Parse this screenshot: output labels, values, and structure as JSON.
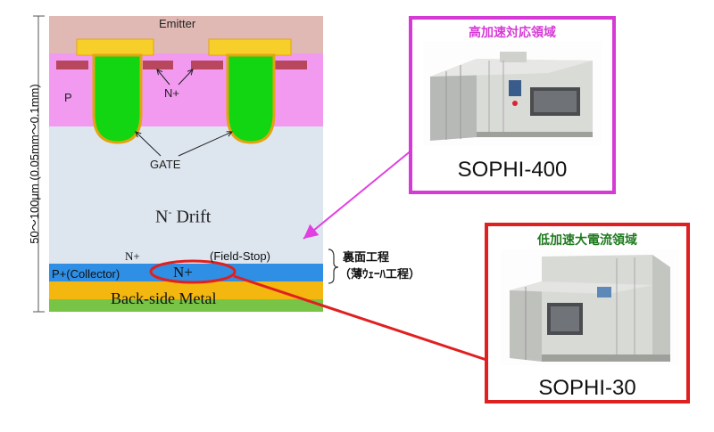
{
  "layers": {
    "emitter": "Emitter",
    "p": "P",
    "n_plus_top": "N+",
    "gate": "GATE",
    "drift_main": "N",
    "drift_sup": "-",
    "drift_rest": " Drift",
    "field_stop_n": "N+",
    "field_stop": "(Field-Stop)",
    "collector": "P+(Collector)",
    "n_plus_spot": "N+",
    "back_metal": "Back-side Metal"
  },
  "thickness_label": "50～100μm (0.05mm～0.1mm)",
  "process": {
    "line1": "裏面工程",
    "line2": "（薄ｳｪｰﾊ工程）"
  },
  "machines": [
    {
      "title": "高加速対応領域",
      "name": "SOPHI-400",
      "border_color": "#d63ad6",
      "title_color": "#d63ad6"
    },
    {
      "title": "低加速大電流領域",
      "name": "SOPHI-30",
      "border_color": "#e02020",
      "title_color": "#1e7a1e"
    }
  ],
  "colors": {
    "emitter": "#e0b9b4",
    "p_region": "#f29af0",
    "drift": "#dde6ef",
    "field_stop": "#2f8fe5",
    "collector": "#f3b70f",
    "back_metal": "#78c447",
    "gate_fill": "#11d611",
    "gate_outline": "#e3a411",
    "n_plus_cell": "#b8475d",
    "arrow_magenta": "#e040e0",
    "arrow_red": "#e02020"
  }
}
